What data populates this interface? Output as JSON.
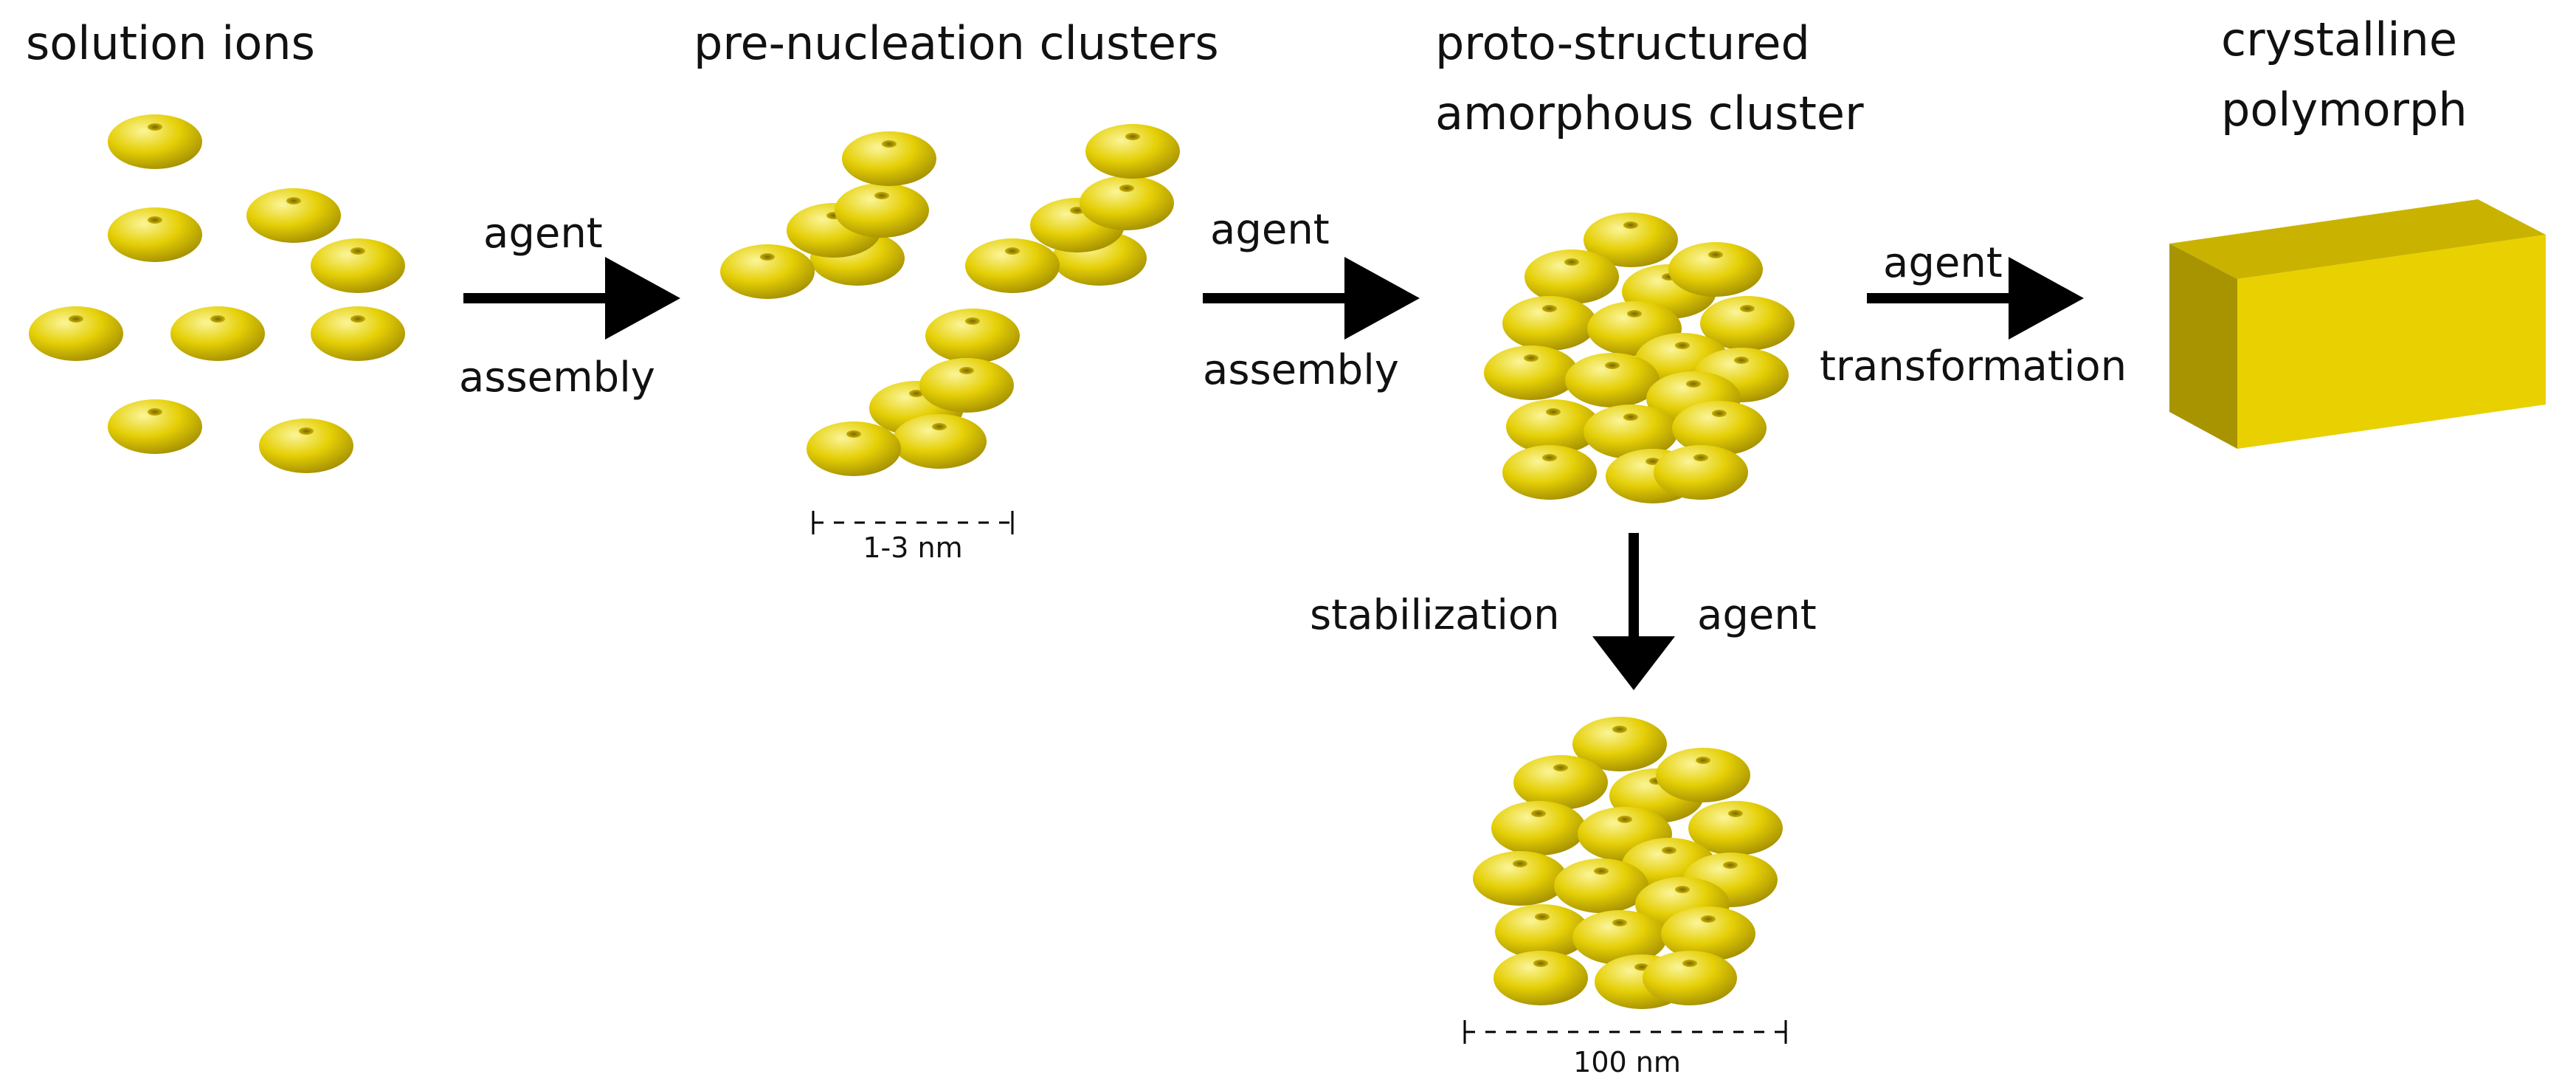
{
  "stages": {
    "ions": "solution ions",
    "pnc": "pre-nucleation clusters",
    "psac_line1": "proto-structured",
    "psac_line2": "amorphous cluster",
    "cryst_line1": "crystalline",
    "cryst_line2": "polymorph"
  },
  "arrows": {
    "a1_top": "agent",
    "a1_bottom": "assembly",
    "a2_top": "agent",
    "a2_bottom": "assembly",
    "a3_top": "agent",
    "a3_bottom": "transformation",
    "down_left": "stabilization",
    "down_right": "agent"
  },
  "scales": {
    "pnc": "1-3 nm",
    "stabilized": "100 nm"
  },
  "colors": {
    "ion_light": "#f7ef7a",
    "ion_mid": "#e3cc00",
    "ion_dark": "#8a7600",
    "crystal_front": "#e9d000",
    "crystal_top": "#c9b300",
    "crystal_side": "#a89400",
    "arrow": "#000000"
  }
}
